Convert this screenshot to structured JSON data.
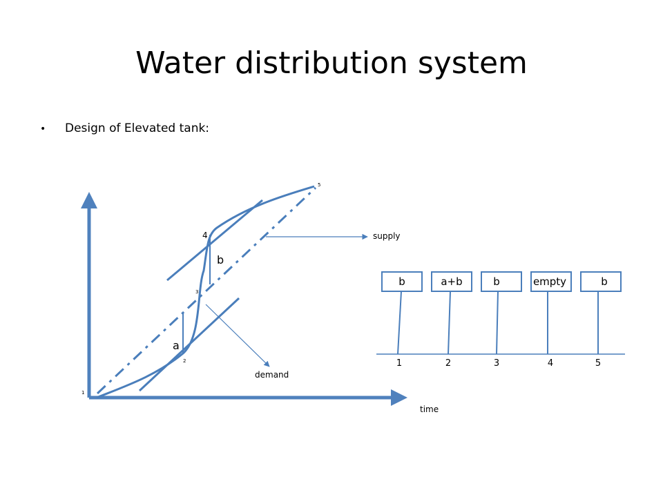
{
  "slide": {
    "title": "Water distribution system",
    "bullet": "Design of Elevated tank:"
  },
  "diagram": {
    "curve_points": [
      "1",
      "2",
      "3",
      "4",
      "5"
    ],
    "segment_labels": [
      "a",
      "b"
    ],
    "callouts": {
      "supply": "supply",
      "demand": "demand",
      "time": "time"
    },
    "timeline": {
      "boxes": [
        "b",
        "a+b",
        "b",
        "empty",
        "b"
      ],
      "ticks": [
        "1",
        "2",
        "3",
        "4",
        "5"
      ]
    },
    "colors": {
      "line": "#4a7ebb",
      "axis": "#4f81bd"
    }
  }
}
